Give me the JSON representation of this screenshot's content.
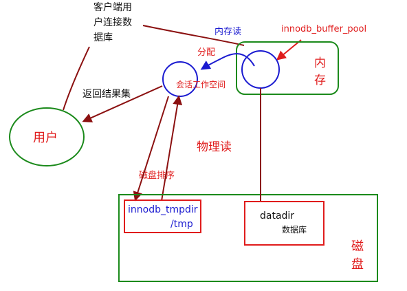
{
  "labels": {
    "client_connect": [
      "客户端用",
      "户连接数",
      "据库"
    ],
    "memory_read": "内存读",
    "buffer_pool": "innodb_buffer_pool",
    "allocate": "分配",
    "memory": [
      "内",
      "存"
    ],
    "session_space": "会话工作空间",
    "return_results": "返回结果集",
    "user": "用户",
    "physical_read": "物理读",
    "disk_sort": "磁盘排序",
    "tmpdir": [
      "innodb_tmpdir",
      "/tmp"
    ],
    "datadir": "datadir",
    "database": "数据库",
    "disk": [
      "磁",
      "盘"
    ]
  },
  "colors": {
    "green": "#1b8a1b",
    "dark_red": "#8b1010",
    "red": "#e01b1b",
    "blue": "#1a1ad0",
    "black": "#111111"
  }
}
